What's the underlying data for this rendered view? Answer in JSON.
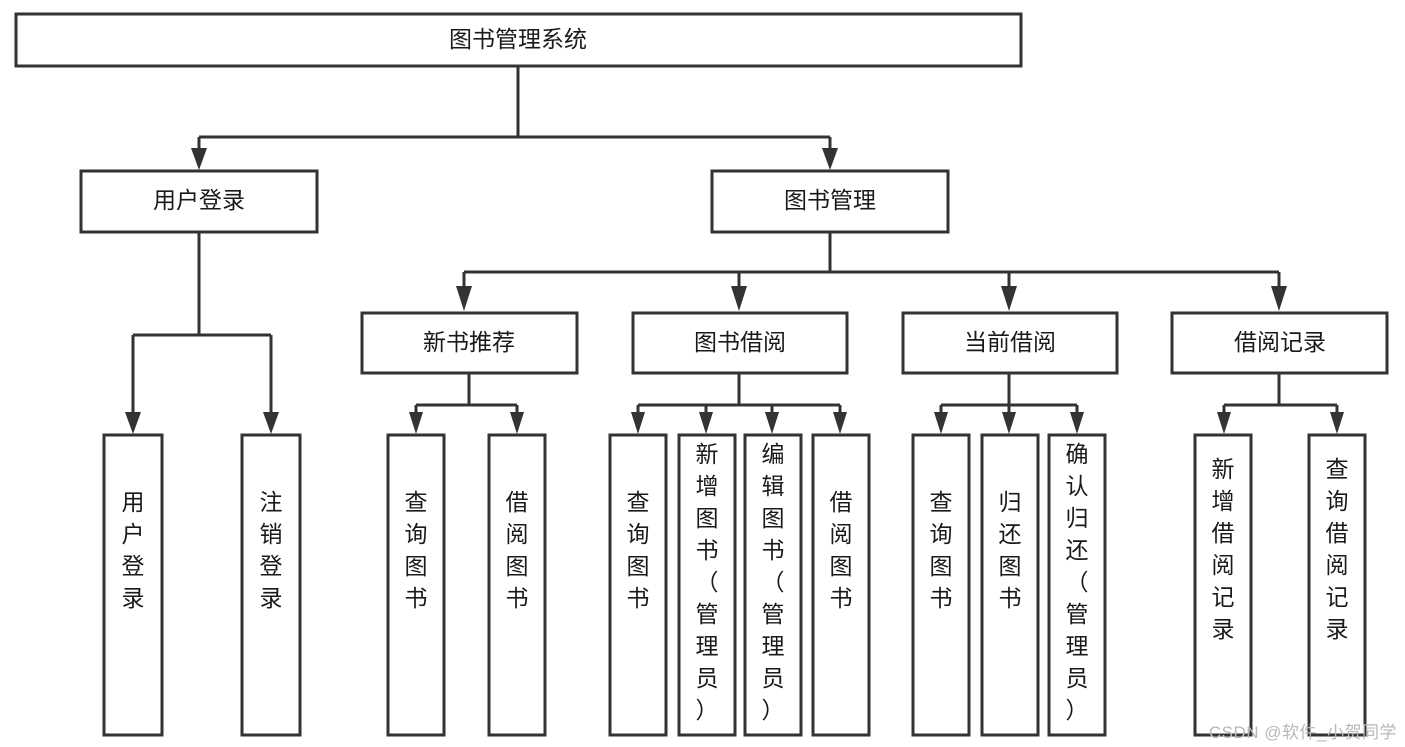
{
  "diagram": {
    "type": "tree-hierarchy",
    "title": "图书管理系统",
    "watermark": "CSDN @软件_小贺同学",
    "colors": {
      "stroke": "#333333",
      "fill": "#ffffff",
      "text": "#1a1a1a",
      "watermark": "#b8b8b8"
    },
    "levels": {
      "root": {
        "label": "图书管理系统"
      },
      "level2": [
        {
          "label": "用户登录"
        },
        {
          "label": "图书管理"
        }
      ],
      "level3": [
        {
          "label": "新书推荐"
        },
        {
          "label": "图书借阅"
        },
        {
          "label": "当前借阅"
        },
        {
          "label": "借阅记录"
        }
      ],
      "leaves": [
        {
          "label": "用户登录",
          "parent": "用户登录"
        },
        {
          "label": "注销登录",
          "parent": "用户登录"
        },
        {
          "label": "查询图书",
          "parent": "新书推荐"
        },
        {
          "label": "借阅图书",
          "parent": "新书推荐"
        },
        {
          "label": "查询图书",
          "parent": "图书借阅"
        },
        {
          "label": "新增图书（管理员）",
          "parent": "图书借阅"
        },
        {
          "label": "编辑图书（管理员）",
          "parent": "图书借阅"
        },
        {
          "label": "借阅图书",
          "parent": "图书借阅"
        },
        {
          "label": "查询图书",
          "parent": "当前借阅"
        },
        {
          "label": "归还图书",
          "parent": "当前借阅"
        },
        {
          "label": "确认归还（管理员）",
          "parent": "当前借阅"
        },
        {
          "label": "新增借阅记录",
          "parent": "借阅记录"
        },
        {
          "label": "查询借阅记录",
          "parent": "借阅记录"
        }
      ]
    }
  }
}
